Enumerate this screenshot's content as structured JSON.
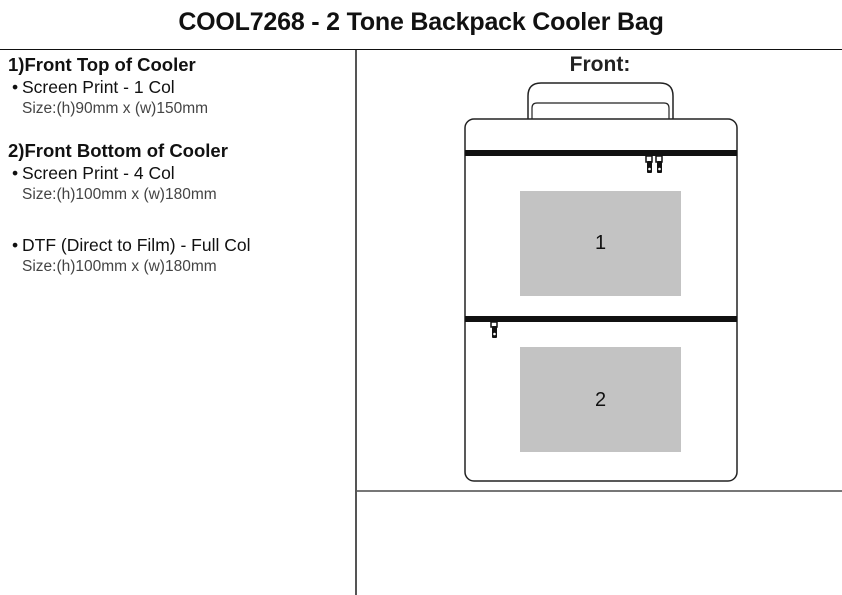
{
  "title": "COOL7268 - 2 Tone Backpack Cooler Bag",
  "sections": [
    {
      "heading": "1)Front Top of Cooler",
      "methods": [
        {
          "label": "Screen Print - 1 Col",
          "size": "Size:(h)90mm x (w)150mm"
        }
      ]
    },
    {
      "heading": "2)Front Bottom of Cooler",
      "methods": [
        {
          "label": "Screen Print - 4 Col",
          "size": "Size:(h)100mm x (w)180mm"
        },
        {
          "label": "DTF (Direct to Film) - Full Col",
          "size": "Size:(h)100mm x (w)180mm"
        }
      ]
    }
  ],
  "bullet_char": "•",
  "view": {
    "label": "Front:",
    "print_areas": [
      {
        "number": "1"
      },
      {
        "number": "2"
      }
    ]
  },
  "colors": {
    "print_area_fill": "#c3c3c3",
    "zipper": "#111111",
    "outline": "#222222"
  }
}
